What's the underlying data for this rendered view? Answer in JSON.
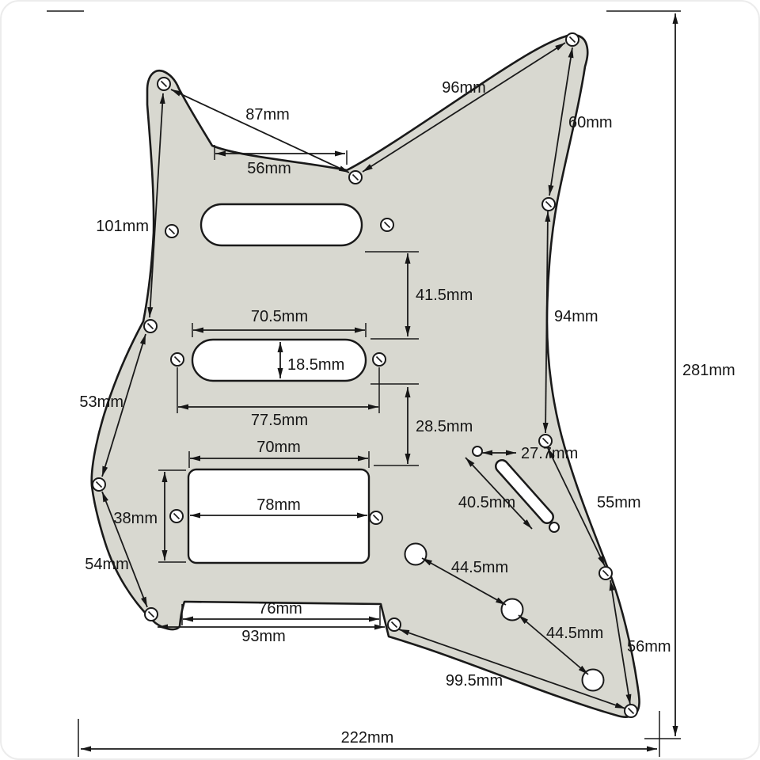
{
  "colors": {
    "bg": "#ffffff",
    "fill": "#d8d8d0",
    "line": "#1a1a1a"
  },
  "labels": {
    "dim_87": "87mm",
    "dim_96": "96mm",
    "dim_56_top": "56mm",
    "dim_60": "60mm",
    "dim_101": "101mm",
    "dim_41_5": "41.5mm",
    "dim_70_5": "70.5mm",
    "dim_18_5": "18.5mm",
    "dim_94": "94mm",
    "dim_281": "281mm",
    "dim_53": "53mm",
    "dim_77_5": "77.5mm",
    "dim_28_5": "28.5mm",
    "dim_70": "70mm",
    "dim_27_7": "27.7mm",
    "dim_40_5": "40.5mm",
    "dim_55": "55mm",
    "dim_38": "38mm",
    "dim_78": "78mm",
    "dim_44_5_upper": "44.5mm",
    "dim_44_5_lower": "44.5mm",
    "dim_54": "54mm",
    "dim_76": "76mm",
    "dim_93": "93mm",
    "dim_56_right": "56mm",
    "dim_99_5": "99.5mm",
    "dim_222": "222mm"
  }
}
